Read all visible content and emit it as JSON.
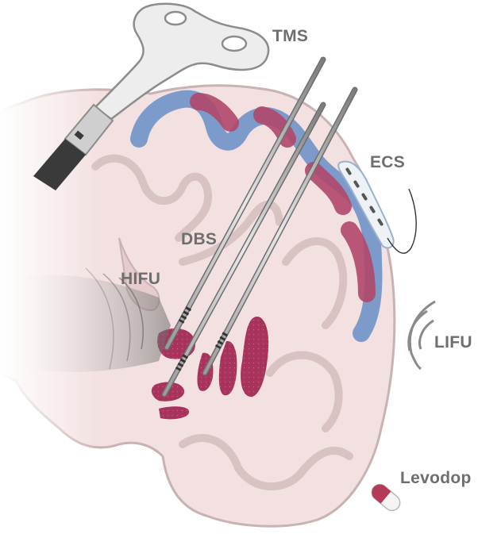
{
  "labels": {
    "tms": "TMS",
    "ecs": "ECS",
    "dbs": "DBS",
    "hifu": "HIFU",
    "lifu": "LIFU",
    "levodopa": "Levodop"
  },
  "colors": {
    "brain_fill": "#f3e0e0",
    "brain_outline": "#c8b2b2",
    "cortex_red": "#b0476c",
    "cortex_blue": "#6f93c9",
    "deep_nuclei": "#a8345e",
    "text_gray": "#6e6e6e",
    "pill_red": "#b43a57"
  }
}
